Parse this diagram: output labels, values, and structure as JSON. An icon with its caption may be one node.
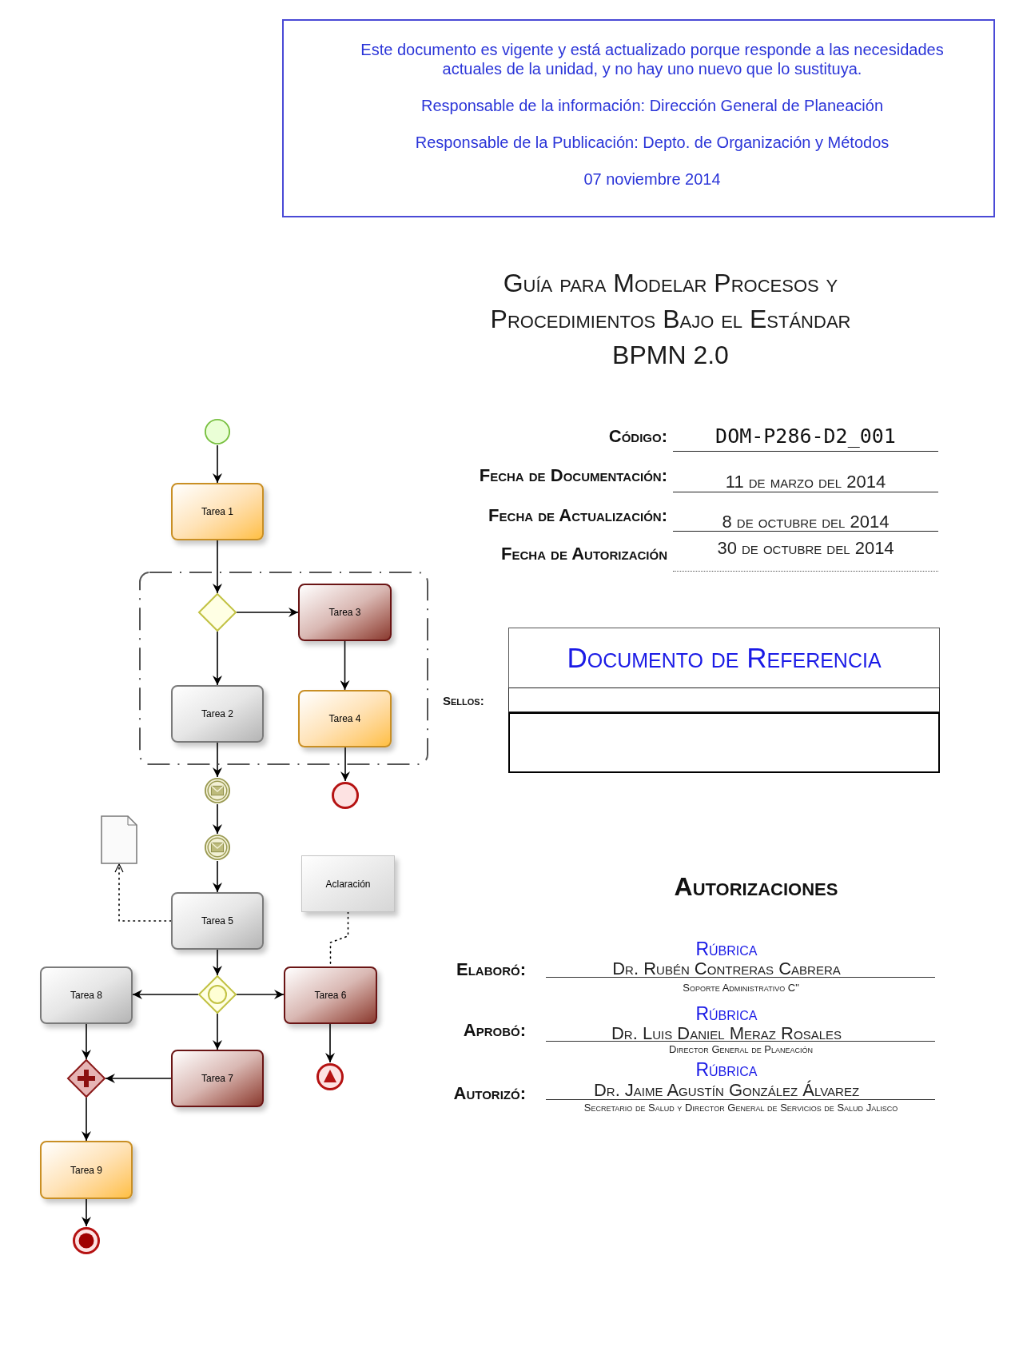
{
  "diagram": {
    "title": "Guía para Modelar Procesos y Procedimientos Bajo el Estándar BPMN 2.0",
    "nodes": [
      {
        "text": [
          "Este documento es vigente y está actualizado porque responde a las necesidades actuales de la unidad, y no hay uno nuevo que lo sustituya.",
          "Responsable de la información: Dirección General de Planeación",
          "Responsable de la Publicación: Depto. de Organización y Métodos",
          "07 noviembre 2014"
        ]
      },
      {
        "text": [],
        "shape": "circle"
      },
      {
        "text": [
          "Tarea 1"
        ]
      },
      {
        "text": [],
        "shape": "box"
      },
      {
        "text": [],
        "shape": "diamond",
        "in": 3
      },
      {
        "text": [
          "Tarea 3"
        ],
        "in": 3
      },
      {
        "text": [
          "Tarea 2"
        ],
        "in": 3
      },
      {
        "text": [
          "Tarea 4"
        ],
        "in": 3
      },
      {
        "text": [],
        "shape": "circle"
      },
      {
        "text": [],
        "shape": "circle"
      },
      {
        "text": [],
        "shape": "document"
      },
      {
        "text": [],
        "shape": "circle"
      },
      {
        "text": [
          "Aclaración"
        ]
      },
      {
        "text": [
          "Tarea 5"
        ]
      },
      {
        "text": [],
        "shape": "diamond"
      },
      {
        "text": [
          "Tarea 8"
        ]
      },
      {
        "text": [
          "Tarea 6"
        ]
      },
      {
        "text": [],
        "shape": "diamond"
      },
      {
        "text": [
          "Tarea 7"
        ]
      },
      {
        "text": [],
        "shape": "circle"
      },
      {
        "text": [
          "Tarea 9"
        ]
      },
      {
        "text": [],
        "shape": "circle"
      },
      {
        "text": [
          "Documento de Referencia"
        ]
      },
      {
        "text": [],
        "shape": "box"
      },
      {
        "text": [],
        "shape": "box"
      }
    ],
    "edges": [
      {
        "from": 1,
        "to": 2,
        "arrow": "to"
      },
      {
        "from": 2,
        "to": 4,
        "arrow": "to"
      },
      {
        "from": 4,
        "to": 5,
        "arrow": "to"
      },
      {
        "from": 4,
        "to": 6,
        "arrow": "to"
      },
      {
        "from": 5,
        "to": 7,
        "arrow": "to"
      },
      {
        "from": 6,
        "to": 8,
        "arrow": "to"
      },
      {
        "from": 7,
        "to": 9,
        "arrow": "to"
      },
      {
        "from": 8,
        "to": 11,
        "arrow": "to"
      },
      {
        "from": 11,
        "to": 13,
        "arrow": "to"
      },
      {
        "from": 13,
        "to": 10,
        "arrow": "to",
        "style": "dashed"
      },
      {
        "from": 12,
        "to": 16,
        "arrow": "none",
        "style": "dashed"
      },
      {
        "from": 13,
        "to": 14,
        "arrow": "to"
      },
      {
        "from": 14,
        "to": 15,
        "arrow": "to"
      },
      {
        "from": 14,
        "to": 16,
        "arrow": "to"
      },
      {
        "from": 14,
        "to": 18,
        "arrow": "to"
      },
      {
        "from": 15,
        "to": 17,
        "arrow": "to"
      },
      {
        "from": 18,
        "to": 17,
        "arrow": "to"
      },
      {
        "from": 16,
        "to": 19,
        "arrow": "to"
      },
      {
        "from": 17,
        "to": 20,
        "arrow": "to"
      },
      {
        "from": 20,
        "to": 21,
        "arrow": "to"
      }
    ],
    "labels": [
      "Código:",
      "DOM-P286-D2_001",
      "Fecha de Documentación:",
      "11 de marzo del 2014",
      "Fecha de Actualización:",
      "8 de octubre del 2014",
      "Fecha de Autorización",
      "30 de octubre del 2014",
      "Sellos:",
      "Autorizaciones",
      "Rúbrica",
      "Elaboró:",
      "Dr. Rubén Contreras Cabrera",
      "Soporte Administrativo C\"",
      "Rúbrica",
      "Aprobó:",
      "Dr. Luis Daniel Meraz Rosales",
      "Director General de Planeación",
      "Rúbrica",
      "Autorizó:",
      "Dr. Jaime Agustín González Álvarez",
      "Secretario de Salud y Director General de Servicios de Salud Jalisco"
    ]
  }
}
